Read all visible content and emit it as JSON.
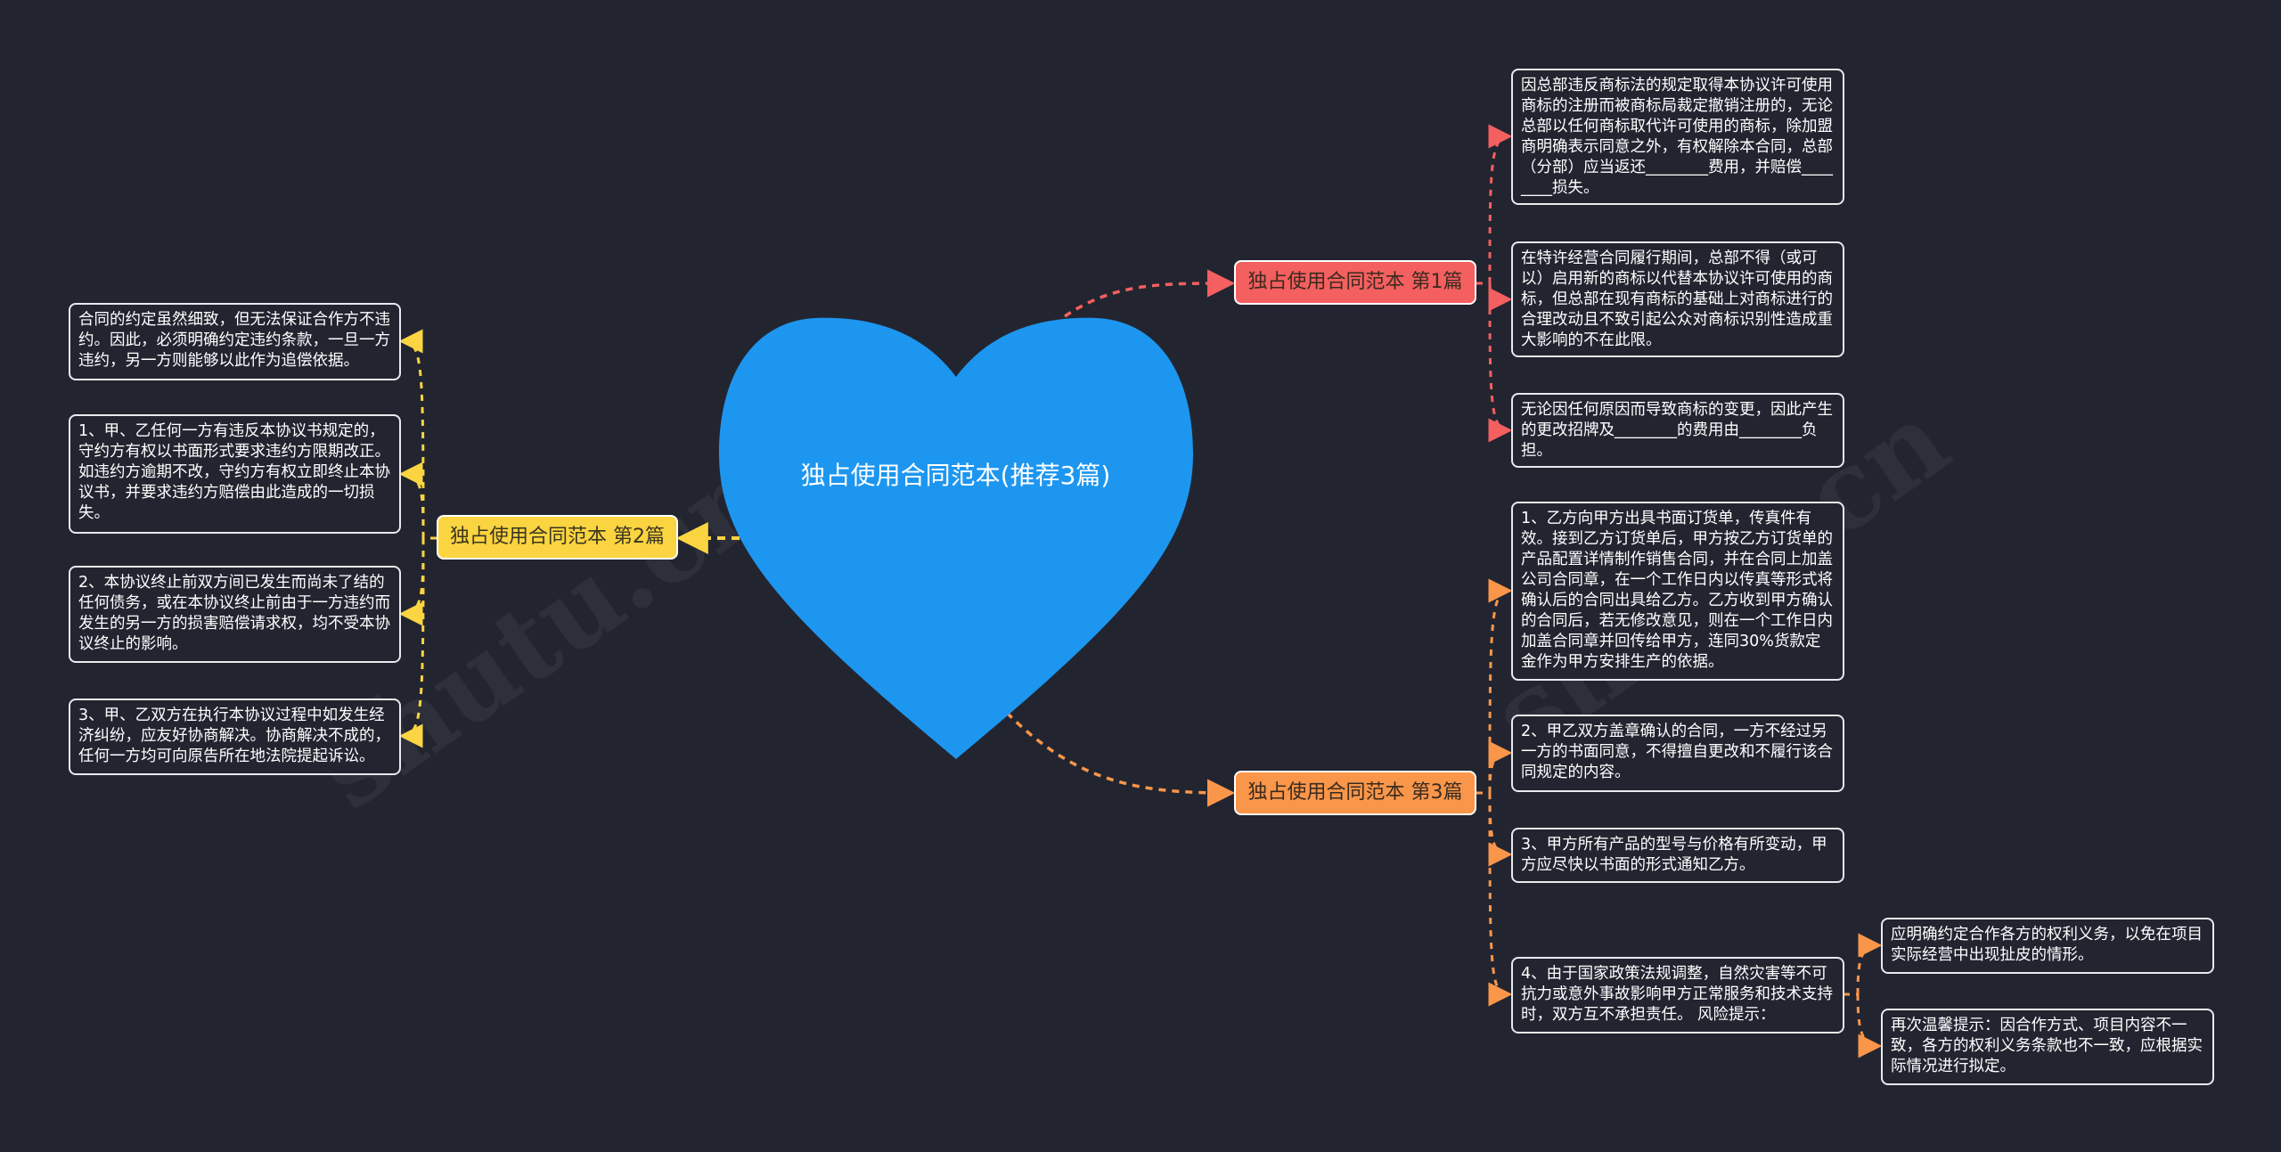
{
  "watermark": "shutu.cn",
  "colors": {
    "background": "#222530",
    "center": "#1d96f0",
    "branch_1": "#f45f5f",
    "branch_2": "#fad441",
    "branch_3": "#f9964a"
  },
  "center": {
    "shape": "heart",
    "title": "独占使用合同范本(推荐3篇)"
  },
  "branches": [
    {
      "label": "独占使用合同范本 第1篇",
      "children": [
        "因总部违反商标法的规定取得本协议许可使用商标的注册而被商标局裁定撤销注册的，无论总部以任何商标取代许可使用的商标，除加盟商明确表示同意之外，有权解除本合同，总部（分部）应当返还________费用，并赔偿________损失。",
        "在特许经营合同履行期间，总部不得（或可以）启用新的商标以代替本协议许可使用的商标，但总部在现有商标的基础上对商标进行的合理改动且不致引起公众对商标识别性造成重大影响的不在此限。",
        "无论因任何原因而导致商标的变更，因此产生的更改招牌及________的费用由________负担。"
      ]
    },
    {
      "label": "独占使用合同范本 第2篇",
      "children": [
        "合同的约定虽然细致，但无法保证合作方不违约。因此，必须明确约定违约条款，一旦一方违约，另一方则能够以此作为追偿依据。",
        "1、甲、乙任何一方有违反本协议书规定的，守约方有权以书面形式要求违约方限期改正。如违约方逾期不改，守约方有权立即终止本协议书，并要求违约方赔偿由此造成的一切损失。",
        "2、本协议终止前双方间已发生而尚未了结的任何债务，或在本协议终止前由于一方违约而发生的另一方的损害赔偿请求权，均不受本协议终止的影响。",
        "3、甲、乙双方在执行本协议过程中如发生经济纠纷，应友好协商解决。协商解决不成的，任何一方均可向原告所在地法院提起诉讼。"
      ]
    },
    {
      "label": "独占使用合同范本 第3篇",
      "children": [
        "1、乙方向甲方出具书面订货单，传真件有效。接到乙方订货单后，甲方按乙方订货单的产品配置详情制作销售合同，并在合同上加盖公司合同章，在一个工作日内以传真等形式将确认后的合同出具给乙方。乙方收到甲方确认的合同后，若无修改意见，则在一个工作日内加盖合同章并回传给甲方，连同30%货款定金作为甲方安排生产的依据。",
        "2、甲乙双方盖章确认的合同，一方不经过另一方的书面同意，不得擅自更改和不履行该合同规定的内容。",
        "3、甲方所有产品的型号与价格有所变动，甲方应尽快以书面的形式通知乙方。",
        "4、由于国家政策法规调整，自然灾害等不可抗力或意外事故影响甲方正常服务和技术支持时，双方互不承担责任。 风险提示："
      ],
      "sub_children": [
        "应明确约定合作各方的权利义务，以免在项目实际经营中出现扯皮的情形。",
        "再次温馨提示：因合作方式、项目内容不一致，各方的权利义务条款也不一致，应根据实际情况进行拟定。"
      ]
    }
  ]
}
